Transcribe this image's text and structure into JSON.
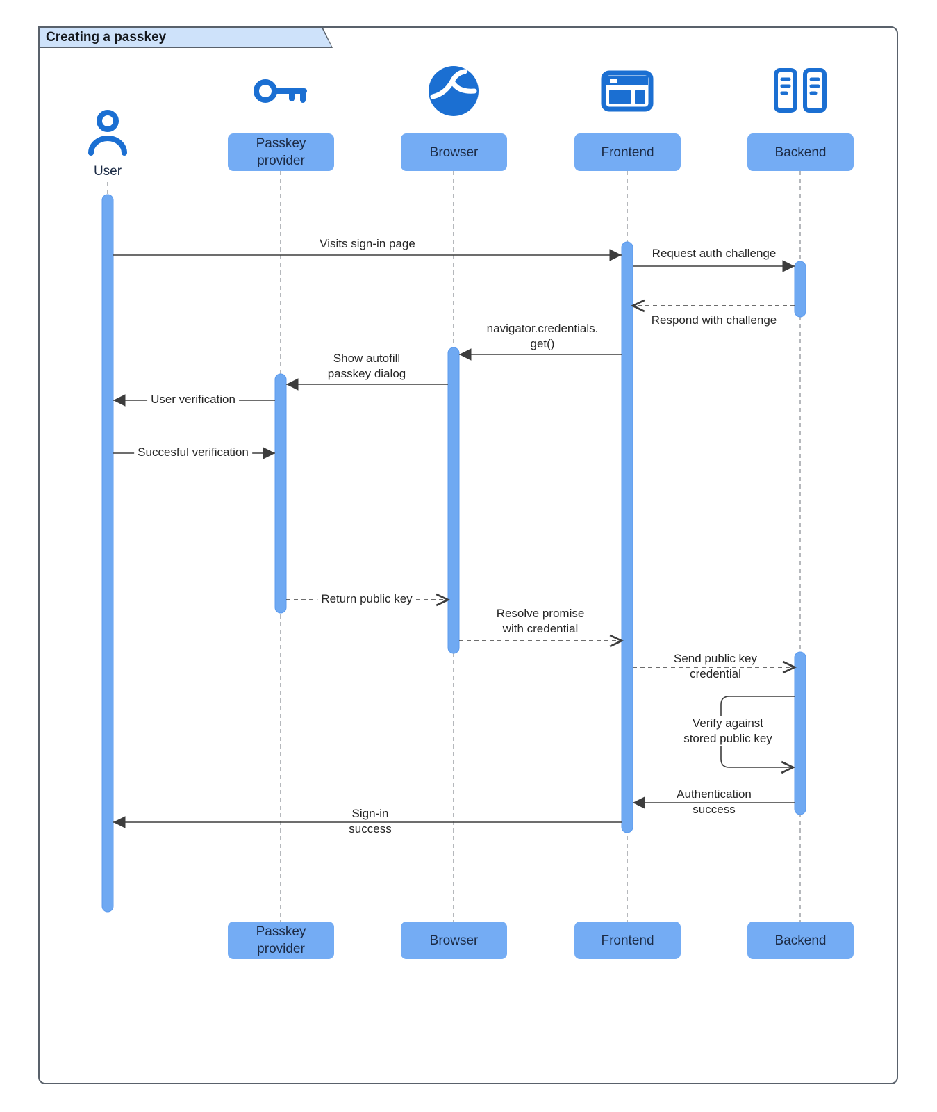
{
  "diagram": {
    "type": "sequence",
    "title": "Creating a passkey"
  },
  "actors": [
    {
      "id": "user",
      "label": "User",
      "icon": "person-icon"
    },
    {
      "id": "passkey-provider",
      "label": "Passkey provider",
      "icon": "key-icon"
    },
    {
      "id": "browser",
      "label": "Browser",
      "icon": "globe-icon"
    },
    {
      "id": "frontend",
      "label": "Frontend",
      "icon": "browser-window-icon"
    },
    {
      "id": "backend",
      "label": "Backend",
      "icon": "server-icon"
    }
  ],
  "messages": [
    {
      "from": "User",
      "to": "Frontend",
      "style": "solid",
      "label": "Visits sign-in page"
    },
    {
      "from": "Frontend",
      "to": "Backend",
      "style": "solid",
      "label": "Request auth challenge"
    },
    {
      "from": "Backend",
      "to": "Frontend",
      "style": "dashed",
      "label": "Respond with challenge"
    },
    {
      "from": "Frontend",
      "to": "Browser",
      "style": "solid",
      "label": "navigator.credentials.\nget()"
    },
    {
      "from": "Browser",
      "to": "Passkey provider",
      "style": "solid",
      "label": "Show autofill\npasskey dialog"
    },
    {
      "from": "Passkey provider",
      "to": "User",
      "style": "solid",
      "label": "User verification"
    },
    {
      "from": "User",
      "to": "Passkey provider",
      "style": "solid",
      "label": "Succesful verification"
    },
    {
      "from": "Passkey provider",
      "to": "Browser",
      "style": "dashed",
      "label": "Return public key"
    },
    {
      "from": "Browser",
      "to": "Frontend",
      "style": "dashed",
      "label": "Resolve promise\nwith credential"
    },
    {
      "from": "Frontend",
      "to": "Backend",
      "style": "dashed",
      "label": "Send public key\ncredential"
    },
    {
      "from": "Backend",
      "to": "Backend",
      "style": "self",
      "label": "Verify against\nstored public key"
    },
    {
      "from": "Backend",
      "to": "Frontend",
      "style": "solid",
      "label": "Authentication\nsuccess"
    },
    {
      "from": "Frontend",
      "to": "User",
      "style": "solid",
      "label": "Sign-in\nsuccess"
    }
  ],
  "colors": {
    "icon_blue": "#1B6FD2",
    "activation_bar_blue": "#6FA9F2",
    "actor_box_blue": "#74ACF4",
    "tab_fill": "#CEE2FA",
    "frame_border": "#59616B",
    "line_color": "#3D3D3D"
  }
}
